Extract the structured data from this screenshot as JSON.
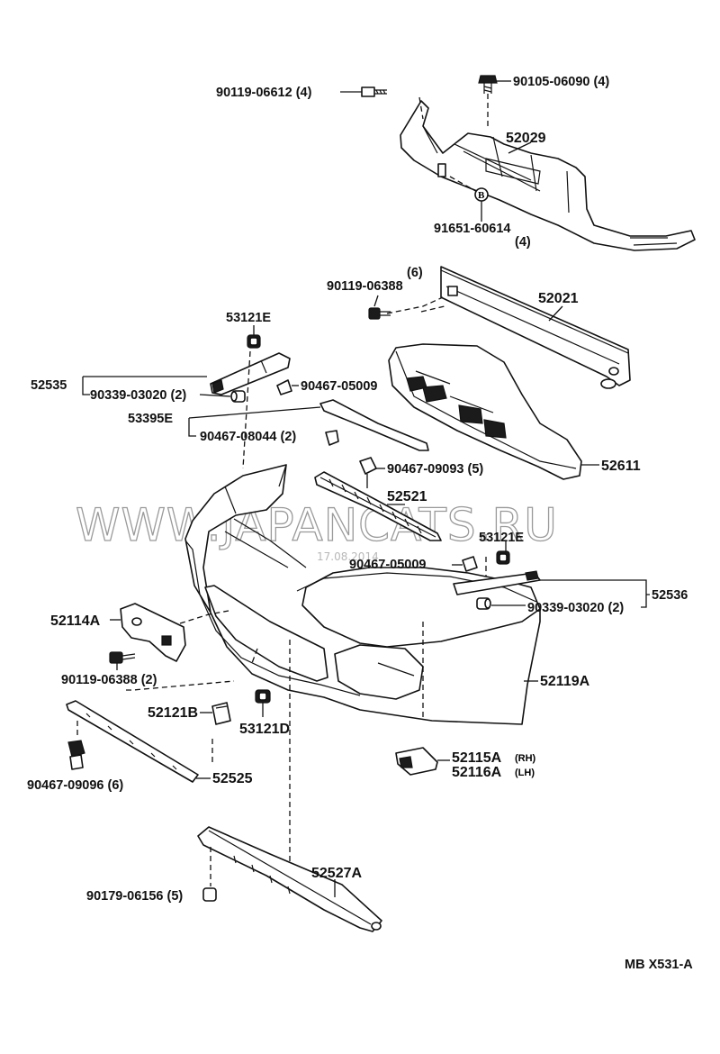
{
  "diagram_code": "MB  X531-A",
  "watermark": "WWW.JAPANCATS.RU",
  "watermark_date": "17.08.2014",
  "callouts": {
    "c90119_06612": "90119-06612 (4)",
    "c90105_06090": "90105-06090 (4)",
    "c52029": "52029",
    "c91651_60614": "91651-60614",
    "c91651_qty": "(4)",
    "c90119_06388_top_qty": "(6)",
    "c90119_06388_top": "90119-06388",
    "c52021": "52021",
    "c53121E_left": "53121E",
    "c52535": "52535",
    "c90339_03020_left": "90339-03020 (2)",
    "c90467_05009_top": "90467-05009",
    "c53395E": "53395E",
    "c90467_08044": "90467-08044 (2)",
    "c52611": "52611",
    "c90467_09093": "90467-09093 (5)",
    "c52521": "52521",
    "c53121E_right": "53121E",
    "c90467_05009_mid": "90467-05009",
    "c52536": "52536",
    "c90339_03020_right": "90339-03020 (2)",
    "c52114A": "52114A",
    "c90119_06388_low": "90119-06388 (2)",
    "c52119A": "52119A",
    "c52121B": "52121B",
    "c53121D": "53121D",
    "c52115A": "52115A",
    "c52115A_side": "(RH)",
    "c52116A": "52116A",
    "c52116A_side": "(LH)",
    "c52525": "52525",
    "c90467_09096": "90467-09096 (6)",
    "c52527A": "52527A",
    "c90179_06156": "90179-06156 (5)",
    "marker_B": "B"
  }
}
